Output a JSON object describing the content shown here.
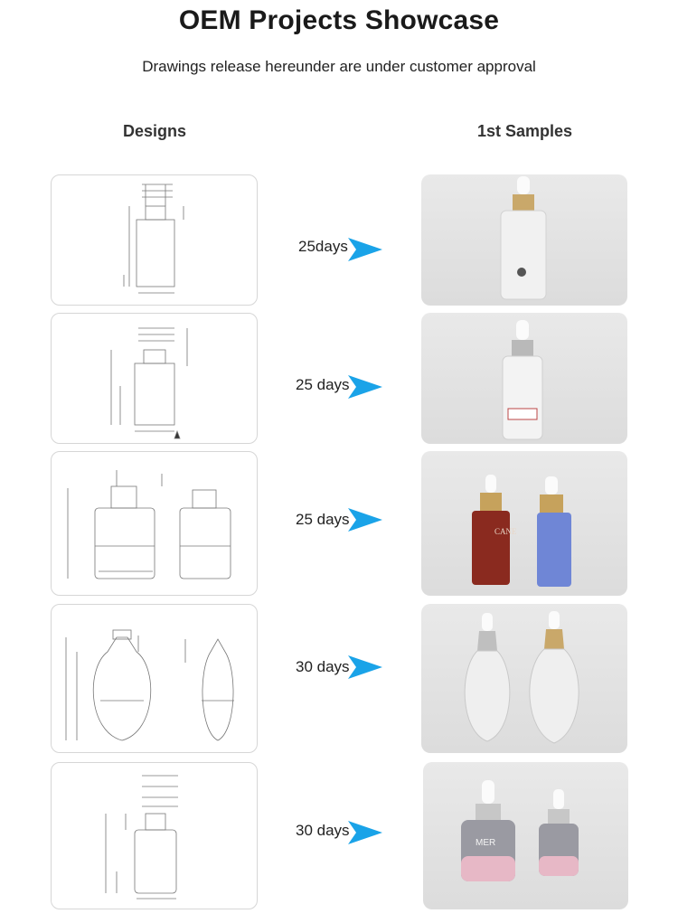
{
  "header": {
    "title": "OEM Projects Showcase",
    "subtitle": "Drawings release hereunder are under customer approval"
  },
  "columns": {
    "designs": "Designs",
    "samples": "1st Samples"
  },
  "projects": [
    {
      "lead_time": "25days",
      "sample_label": ""
    },
    {
      "lead_time": "25 days",
      "sample_label": ""
    },
    {
      "lead_time": "25 days",
      "sample_label": "CANE"
    },
    {
      "lead_time": "30 days",
      "sample_label": ""
    },
    {
      "lead_time": "30 days",
      "sample_label": "MER"
    }
  ],
  "colors": {
    "arrow": "#1aa3e8",
    "card_border": "#d6d6d6",
    "photo_bg": "#e2e2e2"
  }
}
